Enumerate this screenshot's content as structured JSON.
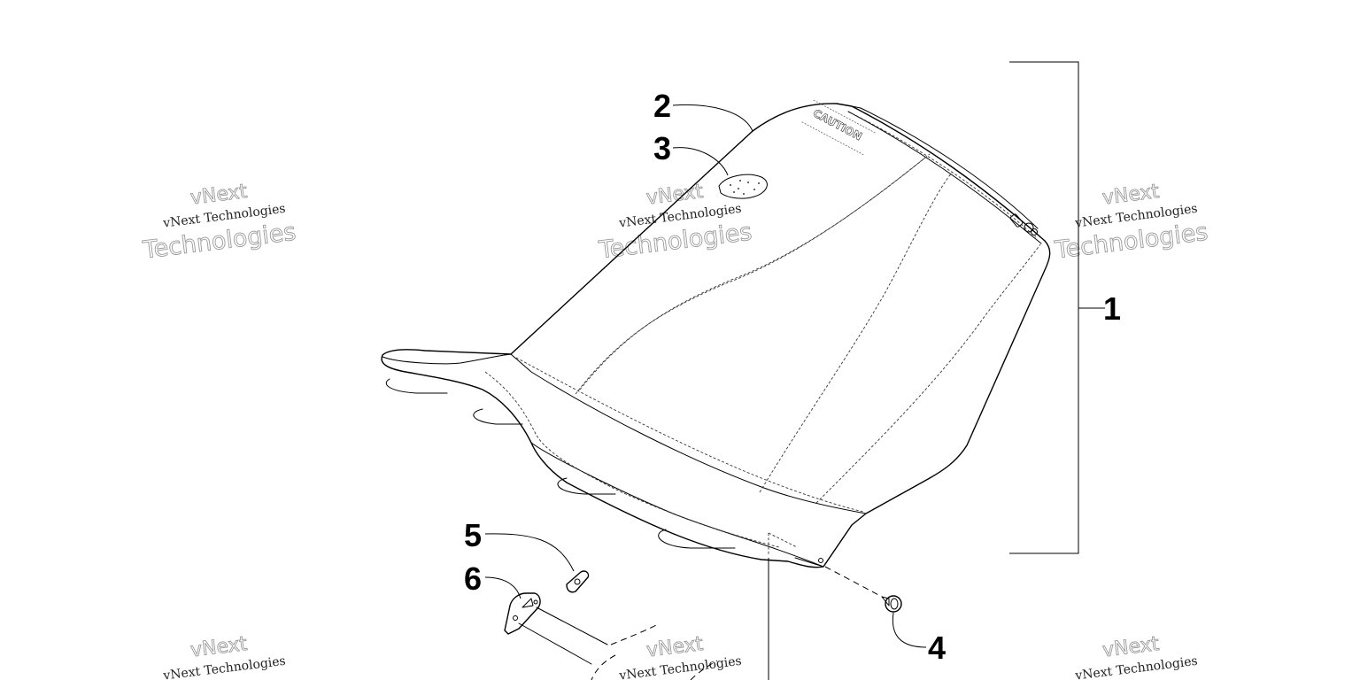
{
  "diagram": {
    "callouts": [
      {
        "id": "1",
        "label": "1"
      },
      {
        "id": "2",
        "label": "2"
      },
      {
        "id": "3",
        "label": "3"
      },
      {
        "id": "4",
        "label": "4"
      },
      {
        "id": "5",
        "label": "5"
      },
      {
        "id": "6",
        "label": "6"
      }
    ],
    "seat_warning_label": "CAUTION"
  },
  "watermark": {
    "top_text": "vNext",
    "middle_text": "vNext Technologies",
    "bottom_text": "Technologies"
  }
}
